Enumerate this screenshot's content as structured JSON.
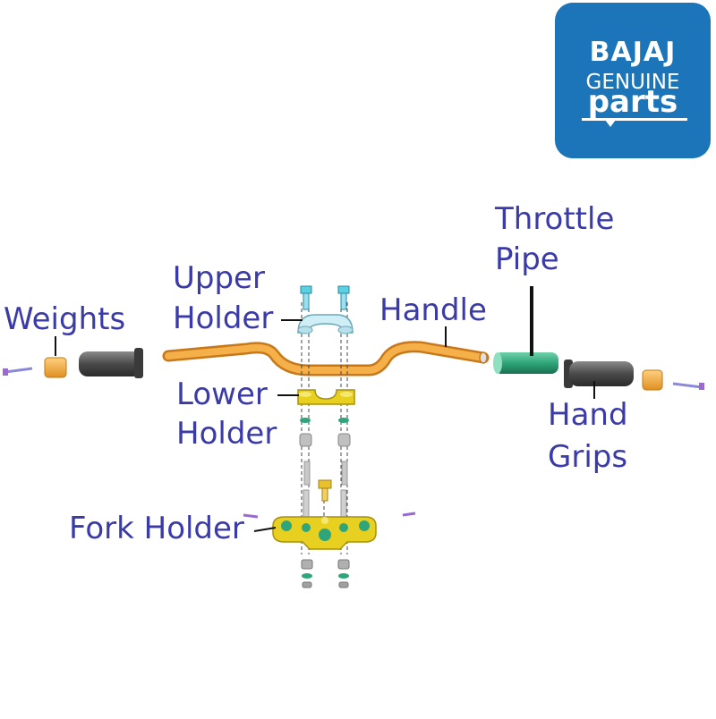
{
  "logo": {
    "brand": "BAJAJ",
    "line2": "GENUINE",
    "line3": "parts"
  },
  "labels": {
    "weights": "Weights",
    "upper_holder_1": "Upper",
    "upper_holder_2": "Holder",
    "handle": "Handle",
    "throttle_pipe_1": "Throttle",
    "throttle_pipe_2": "Pipe",
    "lower_holder_1": "Lower",
    "lower_holder_2": "Holder",
    "hand_grips_1": "Hand",
    "hand_grips_2": "Grips",
    "fork_holder": "Fork Holder"
  },
  "colors": {
    "label": "#3a3aa8",
    "logo_bg": "#1b75b8",
    "handle": "#f0a030",
    "grip": "#5a5a5a",
    "throttle": "#2fa57a",
    "holder": "#e8d020",
    "screw": "#8a8ad8",
    "bolt": "#a8a8a8"
  }
}
